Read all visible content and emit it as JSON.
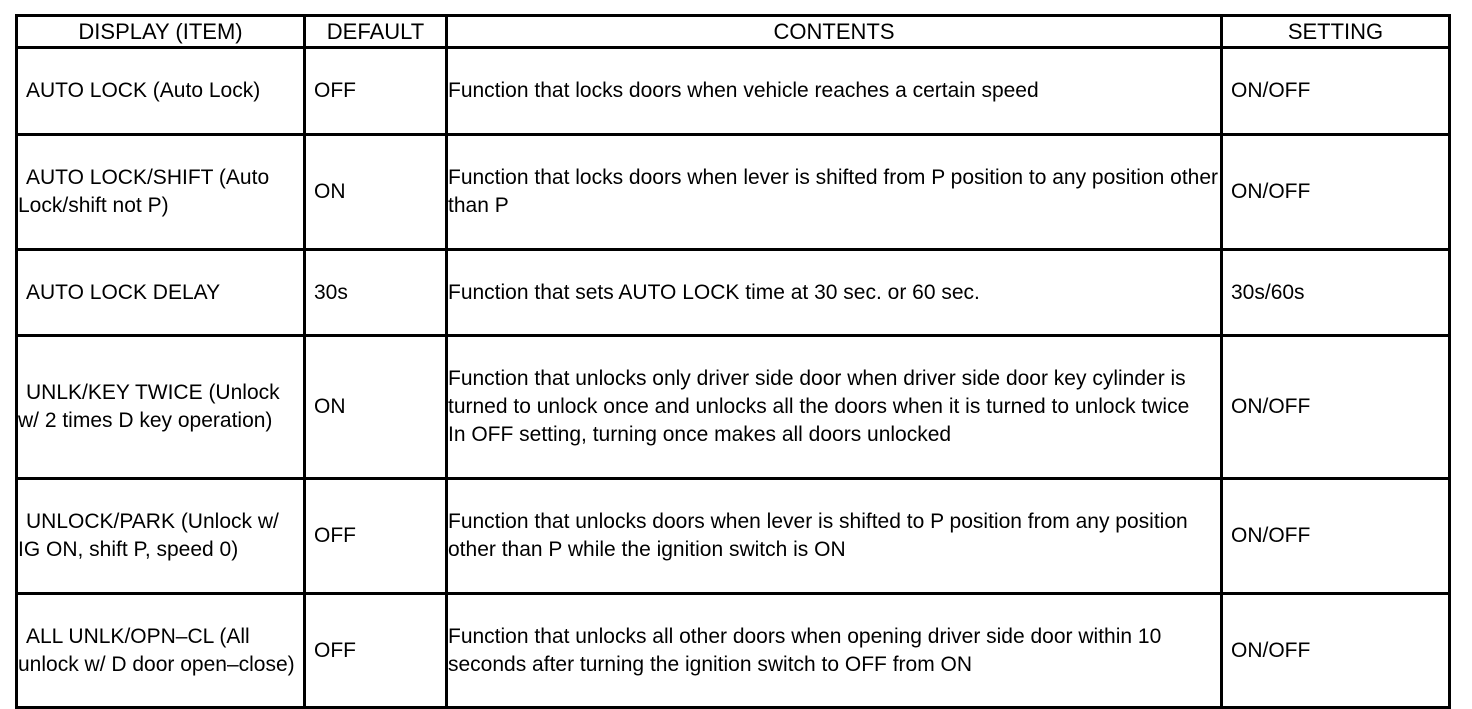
{
  "table": {
    "columns": [
      {
        "key": "item",
        "label": "DISPLAY (ITEM)"
      },
      {
        "key": "default",
        "label": "DEFAULT"
      },
      {
        "key": "content",
        "label": "CONTENTS"
      },
      {
        "key": "setting",
        "label": "SETTING"
      }
    ],
    "rows": [
      {
        "item": "AUTO LOCK (Auto Lock)",
        "default": "OFF",
        "content_lines": [
          "Function that locks doors when vehicle reaches a certain speed"
        ],
        "setting": "ON/OFF"
      },
      {
        "item": "AUTO LOCK/SHIFT (Auto Lock/shift not P)",
        "default": "ON",
        "content_lines": [
          "Function that locks doors when lever is shifted from P position to any position other than P"
        ],
        "setting": "ON/OFF"
      },
      {
        "item": "AUTO LOCK DELAY",
        "default": "30s",
        "content_lines": [
          "Function that sets AUTO LOCK time at 30 sec. or 60 sec."
        ],
        "setting": "30s/60s"
      },
      {
        "item": "UNLK/KEY TWICE (Unlock w/ 2 times D key operation)",
        "default": "ON",
        "content_lines": [
          "Function that unlocks only driver side door when driver side door key cylinder is turned to unlock once and unlocks all the doors when it is turned to unlock twice",
          "In OFF setting, turning once makes all doors unlocked"
        ],
        "setting": "ON/OFF"
      },
      {
        "item": "UNLOCK/PARK  (Unlock w/ IG ON, shift P, speed 0)",
        "default": "OFF",
        "content_lines": [
          "Function that unlocks doors when lever is shifted to P position from any position other than P while the ignition switch is ON"
        ],
        "setting": "ON/OFF"
      },
      {
        "item": "ALL UNLK/OPN–CL (All unlock w/ D door open–close)",
        "default": "OFF",
        "content_lines": [
          "Function that unlocks all other doors when opening driver side door within 10 seconds after turning the ignition switch to OFF from ON"
        ],
        "setting": "ON/OFF"
      }
    ]
  },
  "colors": {
    "border": "#000000",
    "text": "#000000",
    "background": "#ffffff"
  }
}
